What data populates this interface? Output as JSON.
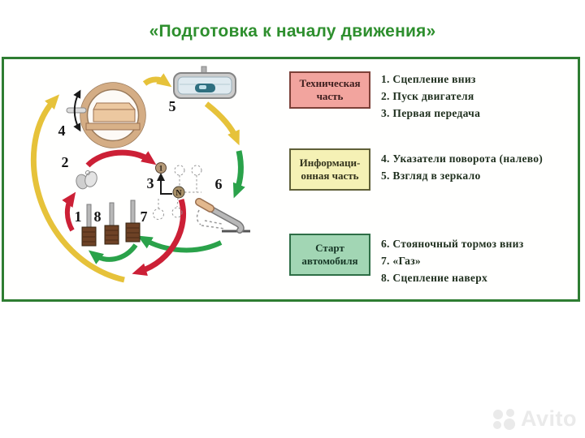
{
  "title": "«Подготовка к началу движения»",
  "panel": {
    "groups": [
      {
        "box_line1": "Техническая",
        "box_line2": "часть",
        "items": [
          "1. Сцепление вниз",
          "2. Пуск двигателя",
          "3. Первая передача"
        ]
      },
      {
        "box_line1": "Информаци-",
        "box_line2": "онная часть",
        "items": [
          "4. Указатели поворота (налево)",
          "5. Взгляд в зеркало"
        ]
      },
      {
        "box_line1": "Старт",
        "box_line2": "автомобиля",
        "items": [
          "6. Стояночный тормоз вниз",
          "7. «Газ»",
          "8. Сцепление наверх"
        ]
      }
    ]
  },
  "diagram": {
    "labels": {
      "turn_signal": "4",
      "mirror": "5",
      "ignition_keys": "2",
      "gear_lever": "3",
      "handbrake": "6",
      "clutch_down": "1",
      "clutch_up": "8",
      "gas_pedal": "7",
      "gear_first": "1",
      "gear_neutral": "N"
    }
  },
  "watermark": "Avito",
  "colors": {
    "title_green": "#2e8f2e",
    "panel_border": "#2e7d32",
    "arrow_yellow": "#e6c23a",
    "arrow_red": "#cc2036",
    "arrow_green": "#2aa24a",
    "box_technical_bg": "#f2a49e",
    "box_info_bg": "#f5f1b5",
    "box_start_bg": "#a2d6b4"
  }
}
